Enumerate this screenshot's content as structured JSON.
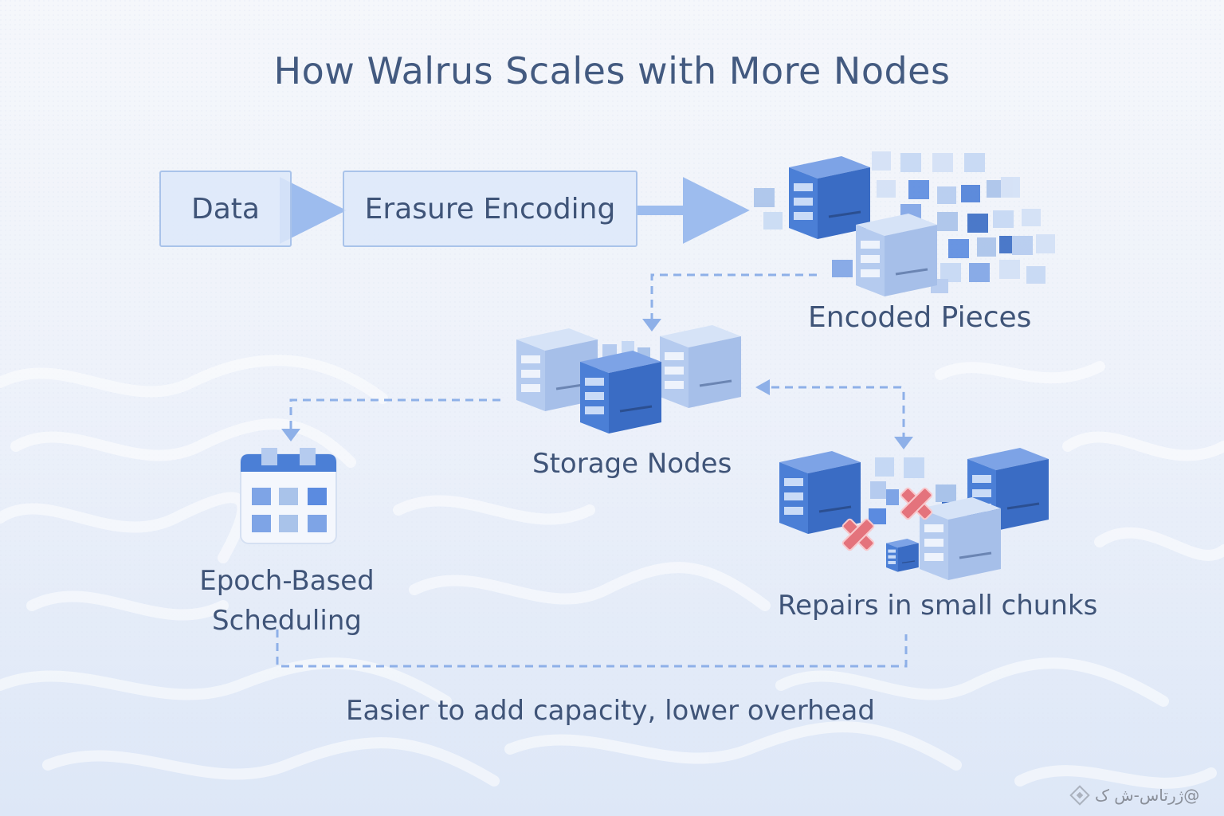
{
  "title": "How Walrus Scales with More Nodes",
  "flow": {
    "data_label": "Data",
    "encoding_label": "Erasure Encoding",
    "encoded_pieces_label": "Encoded Pieces",
    "storage_nodes_label": "Storage Nodes",
    "scheduling_label_line1": "Epoch-Based",
    "scheduling_label_line2": "Scheduling",
    "repairs_label": "Repairs in small chunks",
    "bottom_caption": "Easier to add capacity, lower overhead"
  },
  "icons": [
    "server-cube-icon",
    "calendar-icon",
    "failure-x-icon",
    "data-piece-icon"
  ],
  "colors": {
    "accent_dark": "#3d6fc6",
    "accent_light": "#a9c3ea",
    "failure": "#e4737c",
    "text": "#3f5478"
  },
  "watermark": "@ژرتاس-ش ک"
}
